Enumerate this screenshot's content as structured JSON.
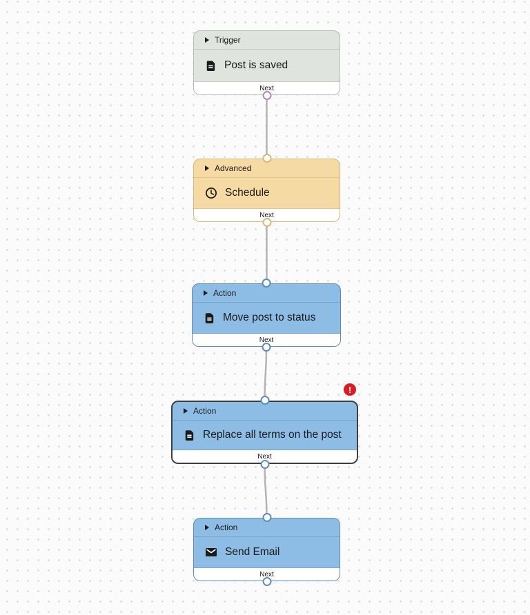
{
  "canvas": {
    "background_color": "#fbfbfb",
    "dot_color": "#d7d7d7",
    "edge_color": "#b4b4b4"
  },
  "nodes": [
    {
      "category": "Trigger",
      "label": "Post is saved",
      "icon": "document-icon",
      "next_label": "Next",
      "selected": false,
      "has_error": false,
      "colors": {
        "fill": "#dfe4de",
        "border": "#b6bbb5",
        "separator": "#c5cbc4",
        "port": "#b288bb"
      }
    },
    {
      "category": "Advanced",
      "label": "Schedule",
      "icon": "clock-icon",
      "next_label": "Next",
      "selected": false,
      "has_error": false,
      "colors": {
        "fill": "#f6daa4",
        "border": "#d7b87b",
        "separator": "#e2c489",
        "port": "#d7b87b"
      }
    },
    {
      "category": "Action",
      "label": "Move post to status",
      "icon": "document-icon",
      "next_label": "Next",
      "selected": false,
      "has_error": false,
      "colors": {
        "fill": "#8dbce4",
        "border": "#5e8cb8",
        "separator": "#79a6d0",
        "port": "#5e8cb8"
      }
    },
    {
      "category": "Action",
      "label": "Replace all terms on the post",
      "icon": "document-icon",
      "next_label": "Next",
      "selected": true,
      "has_error": true,
      "error_glyph": "!",
      "colors": {
        "fill": "#8dbce4",
        "border": "#3e3e40",
        "separator": "#79a6d0",
        "port": "#5e8cb8"
      }
    },
    {
      "category": "Action",
      "label": "Send Email",
      "icon": "envelope-icon",
      "next_label": "Next",
      "selected": false,
      "has_error": false,
      "colors": {
        "fill": "#8dbce4",
        "border": "#5e8cb8",
        "separator": "#79a6d0",
        "port": "#5e8cb8"
      }
    }
  ]
}
